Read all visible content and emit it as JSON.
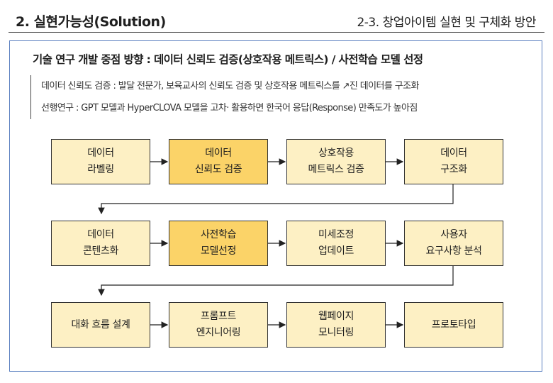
{
  "header": {
    "title": "2. 실현가능성(Solution)",
    "subtitle": "2-3. 창업아이템 실현 및 구체화 방안"
  },
  "panel": {
    "heading": "기술 연구 개발 중점 방향 : 데이터 신뢰도 검증(상호작용 메트릭스) / 사전학습 모델 선정",
    "descriptions": [
      "데이터 신뢰도 검증 : 발달 전문가, 보육교사의 신뢰도 검증 및 상호작용 메트릭스를 ↗진 데이터를 구조화",
      "선행연구 : GPT 모델과 HyperCLOVA 모델을 고차· 활용하면 한국어 응답(Response) 만족도가 높아짐"
    ]
  },
  "flow": {
    "rows": [
      [
        {
          "label": "데이터\n라벨링",
          "highlight": false
        },
        {
          "label": "데이터\n신뢰도 검증",
          "highlight": true
        },
        {
          "label": "상호작용\n메트릭스 검증",
          "highlight": false
        },
        {
          "label": "데이터\n구조화",
          "highlight": false
        }
      ],
      [
        {
          "label": "데이터\n콘텐츠화",
          "highlight": false
        },
        {
          "label": "사전학습\n모델선정",
          "highlight": true
        },
        {
          "label": "미세조정\n업데이트",
          "highlight": false
        },
        {
          "label": "사용자\n요구사항 분석",
          "highlight": false
        }
      ],
      [
        {
          "label": "대화 흐름 설계",
          "highlight": false
        },
        {
          "label": "프롬프트\n엔지니어링",
          "highlight": false
        },
        {
          "label": "웹페이지\n모니터링",
          "highlight": false
        },
        {
          "label": "프로토타입",
          "highlight": false
        }
      ]
    ]
  },
  "colors": {
    "panel_border": "#5a7fc0",
    "step_fill": "#fdf0c4",
    "step_highlight": "#fbd368",
    "arrow": "#222222"
  }
}
